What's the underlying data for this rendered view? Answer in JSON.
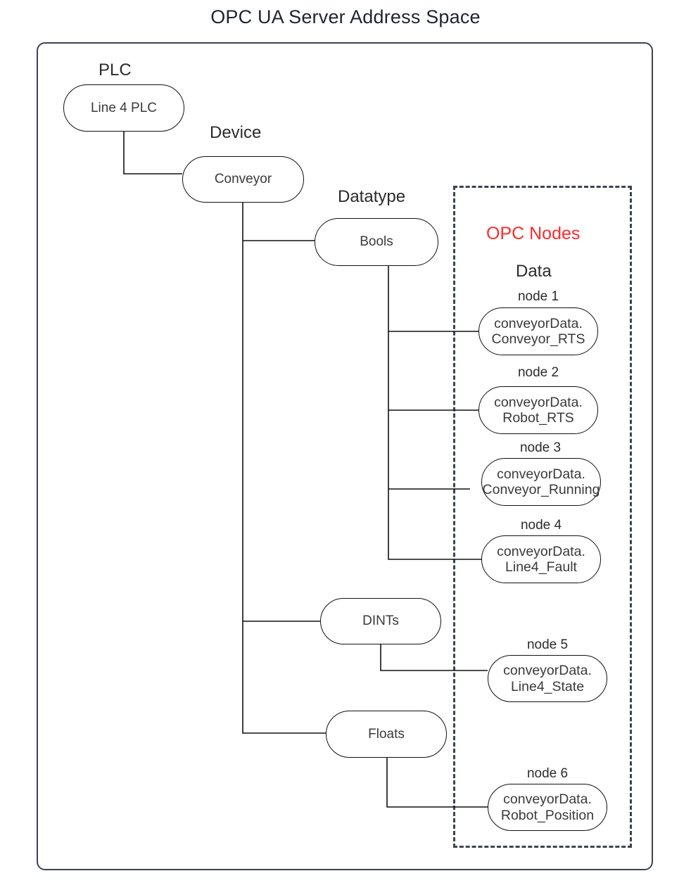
{
  "title": "OPC UA Server Address Space",
  "colors": {
    "accent_red": "#ff2a2a",
    "frame": "#3d4450",
    "node_stroke": "#111111",
    "text": "#2b2b2b",
    "background": "#ffffff"
  },
  "group_labels": {
    "plc": "PLC",
    "device": "Device",
    "datatype": "Datatype",
    "opc_nodes": "OPC Nodes",
    "data": "Data"
  },
  "nodes": {
    "plc": {
      "label": "Line 4 PLC"
    },
    "device": {
      "label": "Conveyor"
    },
    "datatypes": [
      {
        "label": "Bools"
      },
      {
        "label": "DINTs"
      },
      {
        "label": "Floats"
      }
    ]
  },
  "opc_nodes": [
    {
      "caption": "node 1",
      "line1": "conveyorData.",
      "line2": "Conveyor_RTS",
      "parent": "Bools"
    },
    {
      "caption": "node 2",
      "line1": "conveyorData.",
      "line2": "Robot_RTS",
      "parent": "Bools"
    },
    {
      "caption": "node 3",
      "line1": "conveyorData.",
      "line2": "Conveyor_Running",
      "parent": "Bools"
    },
    {
      "caption": "node 4",
      "line1": "conveyorData.",
      "line2": "Line4_Fault",
      "parent": "Bools"
    },
    {
      "caption": "node 5",
      "line1": "conveyorData.",
      "line2": "Line4_State",
      "parent": "DINTs"
    },
    {
      "caption": "node 6",
      "line1": "conveyorData.",
      "line2": "Robot_Position",
      "parent": "Floats"
    }
  ]
}
